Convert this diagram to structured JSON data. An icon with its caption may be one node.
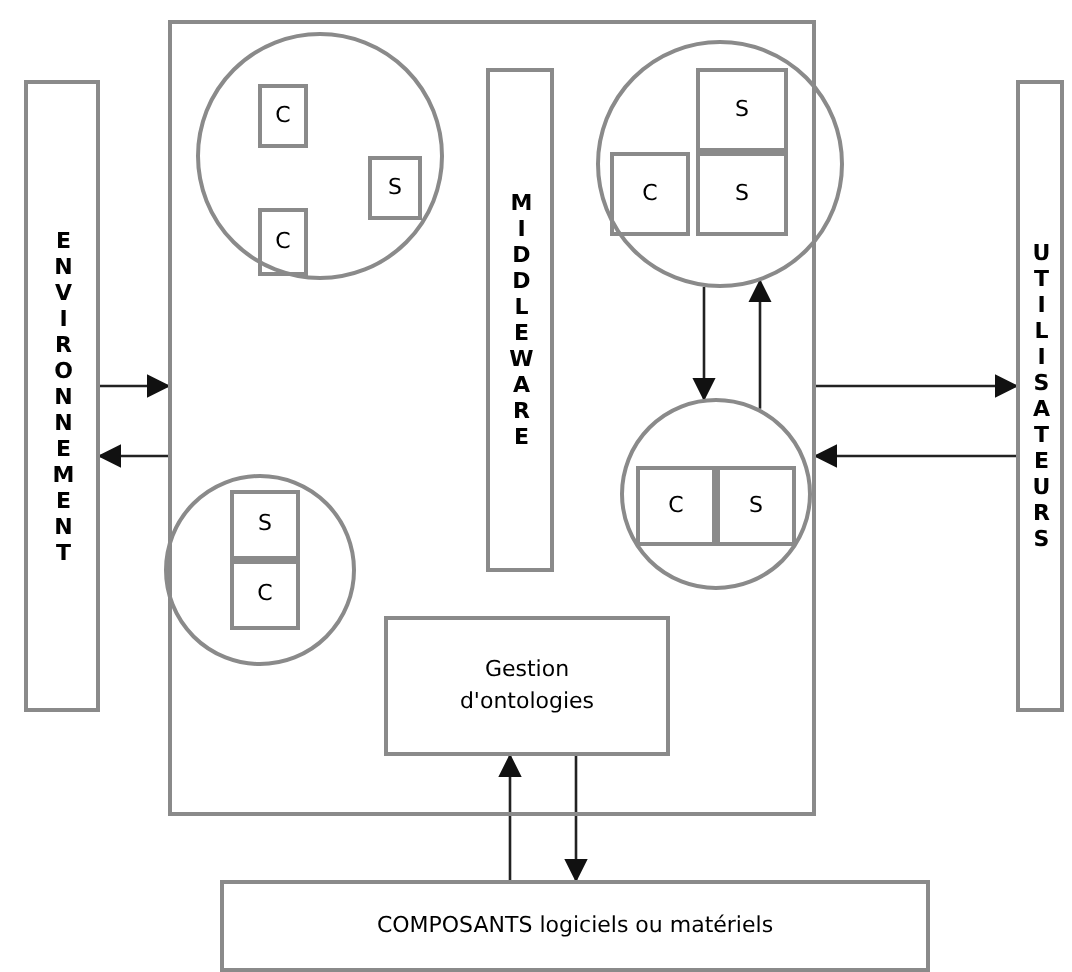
{
  "diagram": {
    "nodes": [
      {
        "text": [
          "ENVIRONNEMENT"
        ]
      },
      {
        "text": [],
        "shape": "box"
      },
      {
        "text": [],
        "shape": "circle",
        "in": 1
      },
      {
        "text": [
          "C"
        ],
        "in": 2
      },
      {
        "text": [
          "S"
        ],
        "in": 2
      },
      {
        "text": [
          "C"
        ],
        "in": 2
      },
      {
        "text": [
          "MIDDLEWARE"
        ],
        "in": 1
      },
      {
        "text": [],
        "shape": "circle",
        "in": 1
      },
      {
        "text": [
          "C"
        ],
        "in": 7
      },
      {
        "text": [
          "S"
        ],
        "in": 7
      },
      {
        "text": [
          "S"
        ],
        "in": 7
      },
      {
        "text": [],
        "shape": "circle",
        "in": 1
      },
      {
        "text": [
          "C"
        ],
        "in": 11
      },
      {
        "text": [
          "S"
        ],
        "in": 11
      },
      {
        "text": [],
        "shape": "circle",
        "in": 1
      },
      {
        "text": [
          "S"
        ],
        "in": 14
      },
      {
        "text": [
          "C"
        ],
        "in": 14
      },
      {
        "text": [
          "Gestion d'ontologies"
        ],
        "in": 1
      },
      {
        "text": [
          "UTILISATEURS"
        ]
      },
      {
        "text": [
          "COMPOSANTS logiciels ou matériels"
        ]
      }
    ],
    "edges": [
      {
        "from": 0,
        "to": 1,
        "arrow": "to"
      },
      {
        "from": 1,
        "to": 0,
        "arrow": "to"
      },
      {
        "from": 1,
        "to": 18,
        "arrow": "to"
      },
      {
        "from": 18,
        "to": 1,
        "arrow": "to"
      },
      {
        "from": 7,
        "to": 11,
        "arrow": "to"
      },
      {
        "from": 11,
        "to": 7,
        "arrow": "to"
      },
      {
        "from": 19,
        "to": 17,
        "arrow": "to"
      },
      {
        "from": 17,
        "to": 19,
        "arrow": "to"
      }
    ]
  }
}
